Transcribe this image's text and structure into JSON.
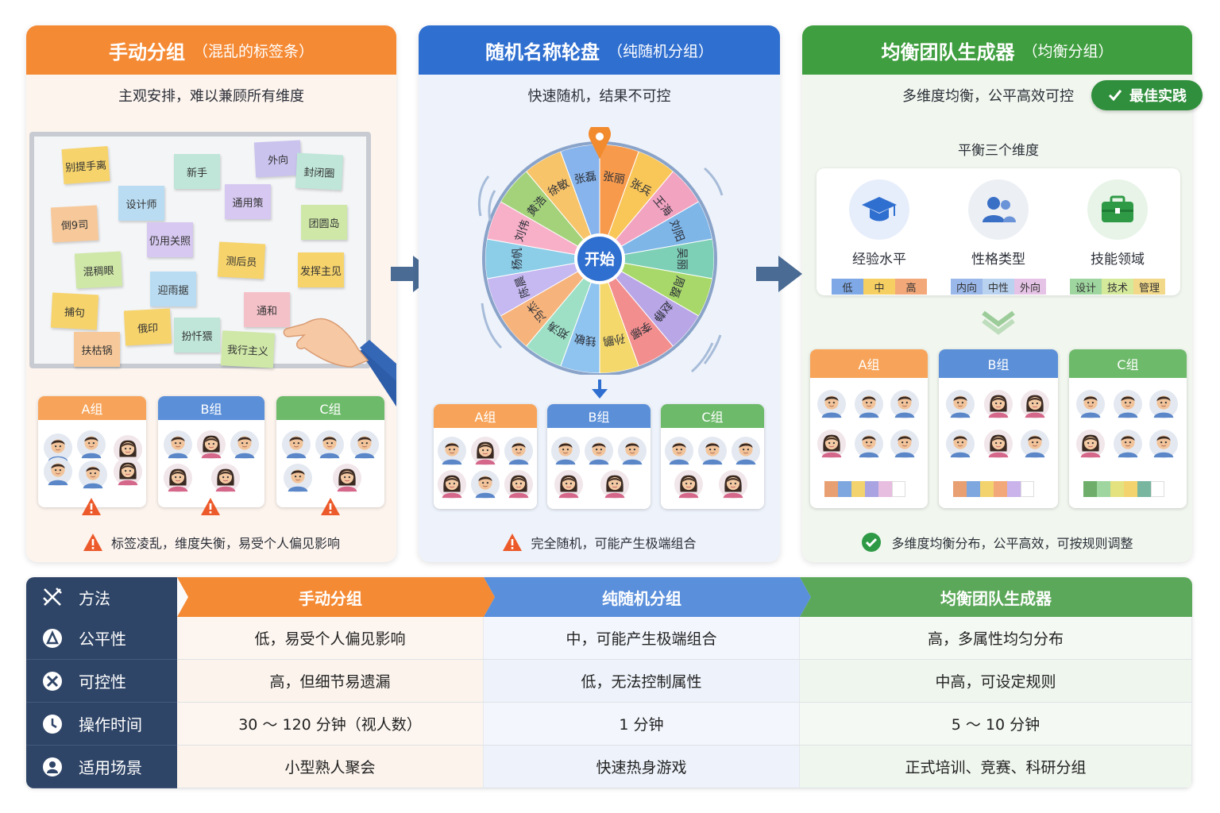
{
  "colors": {
    "orange": "#f58a34",
    "blue": "#2f6fd0",
    "green": "#3f9e3f",
    "navy": "#2f4567"
  },
  "panels": [
    {
      "title": "手动分组",
      "subtitle": "（混乱的标签条）",
      "desc": "主观安排，难以兼顾所有维度",
      "footer": "标签凌乱，维度失衡，易受个人偏见影响",
      "footer_icon": "warning-icon"
    },
    {
      "title": "随机名称轮盘",
      "subtitle": "（纯随机分组）",
      "desc": "快速随机，结果不可控",
      "footer": "完全随机，可能产生极端组合",
      "footer_icon": "warning-icon"
    },
    {
      "title": "均衡团队生成器",
      "subtitle": "（均衡分组）",
      "desc": "多维度均衡，公平高效可控",
      "footer": "多维度均衡分布，公平高效，可按规则调整",
      "footer_icon": "check-circle-icon"
    }
  ],
  "badge": "最佳实践",
  "notes": [
    "别提手离",
    "新手",
    "外向",
    "封闭圈",
    "设计师",
    "通用策",
    "倒9司",
    "团圆岛",
    "仍用关照",
    "测后员",
    "混稠眼",
    "发挥主见",
    "迎雨据",
    "捕句",
    "通和",
    "俄印",
    "扮忏猥",
    "扶枯锅",
    "我行主义"
  ],
  "groups": [
    "A组",
    "B组",
    "C组"
  ],
  "wheel": {
    "center": "开始",
    "labels": [
      "张丽",
      "张兵",
      "王海",
      "刘阳",
      "吴丽",
      "周磊",
      "赵静",
      "李娜",
      "孙鹏",
      "钱敏",
      "郑涛",
      "冯杰",
      "陈晨",
      "杨帆",
      "刘伟",
      "黄浩",
      "徐敏",
      "张磊"
    ]
  },
  "dims": {
    "title": "平衡三个维度",
    "items": [
      {
        "label": "经验水平",
        "icon": "graduation-cap-icon",
        "levels": [
          "低",
          "中",
          "高"
        ]
      },
      {
        "label": "性格类型",
        "icon": "people-icon",
        "levels": [
          "内向",
          "中性",
          "外向"
        ]
      },
      {
        "label": "技能领域",
        "icon": "briefcase-icon",
        "levels": [
          "设计",
          "技术",
          "管理"
        ]
      }
    ]
  },
  "table": {
    "header": {
      "label": "方法",
      "cols": [
        "手动分组",
        "纯随机分组",
        "均衡团队生成器"
      ]
    },
    "rows": [
      {
        "label": "公平性",
        "icon": "fairness-icon",
        "cells": [
          "低，易受个人偏见影响",
          "中，可能产生极端组合",
          "高，多属性均匀分布"
        ]
      },
      {
        "label": "可控性",
        "icon": "tools-icon",
        "cells": [
          "高，但细节易遗漏",
          "低，无法控制属性",
          "中高，可设定规则"
        ]
      },
      {
        "label": "操作时间",
        "icon": "clock-icon",
        "cells": [
          "30 ～ 120 分钟（视人数）",
          "1 分钟",
          "5 ～ 10 分钟"
        ]
      },
      {
        "label": "适用场景",
        "icon": "user-icon",
        "cells": [
          "小型熟人聚会",
          "快速热身游戏",
          "正式培训、竞赛、科研分组"
        ]
      }
    ]
  }
}
